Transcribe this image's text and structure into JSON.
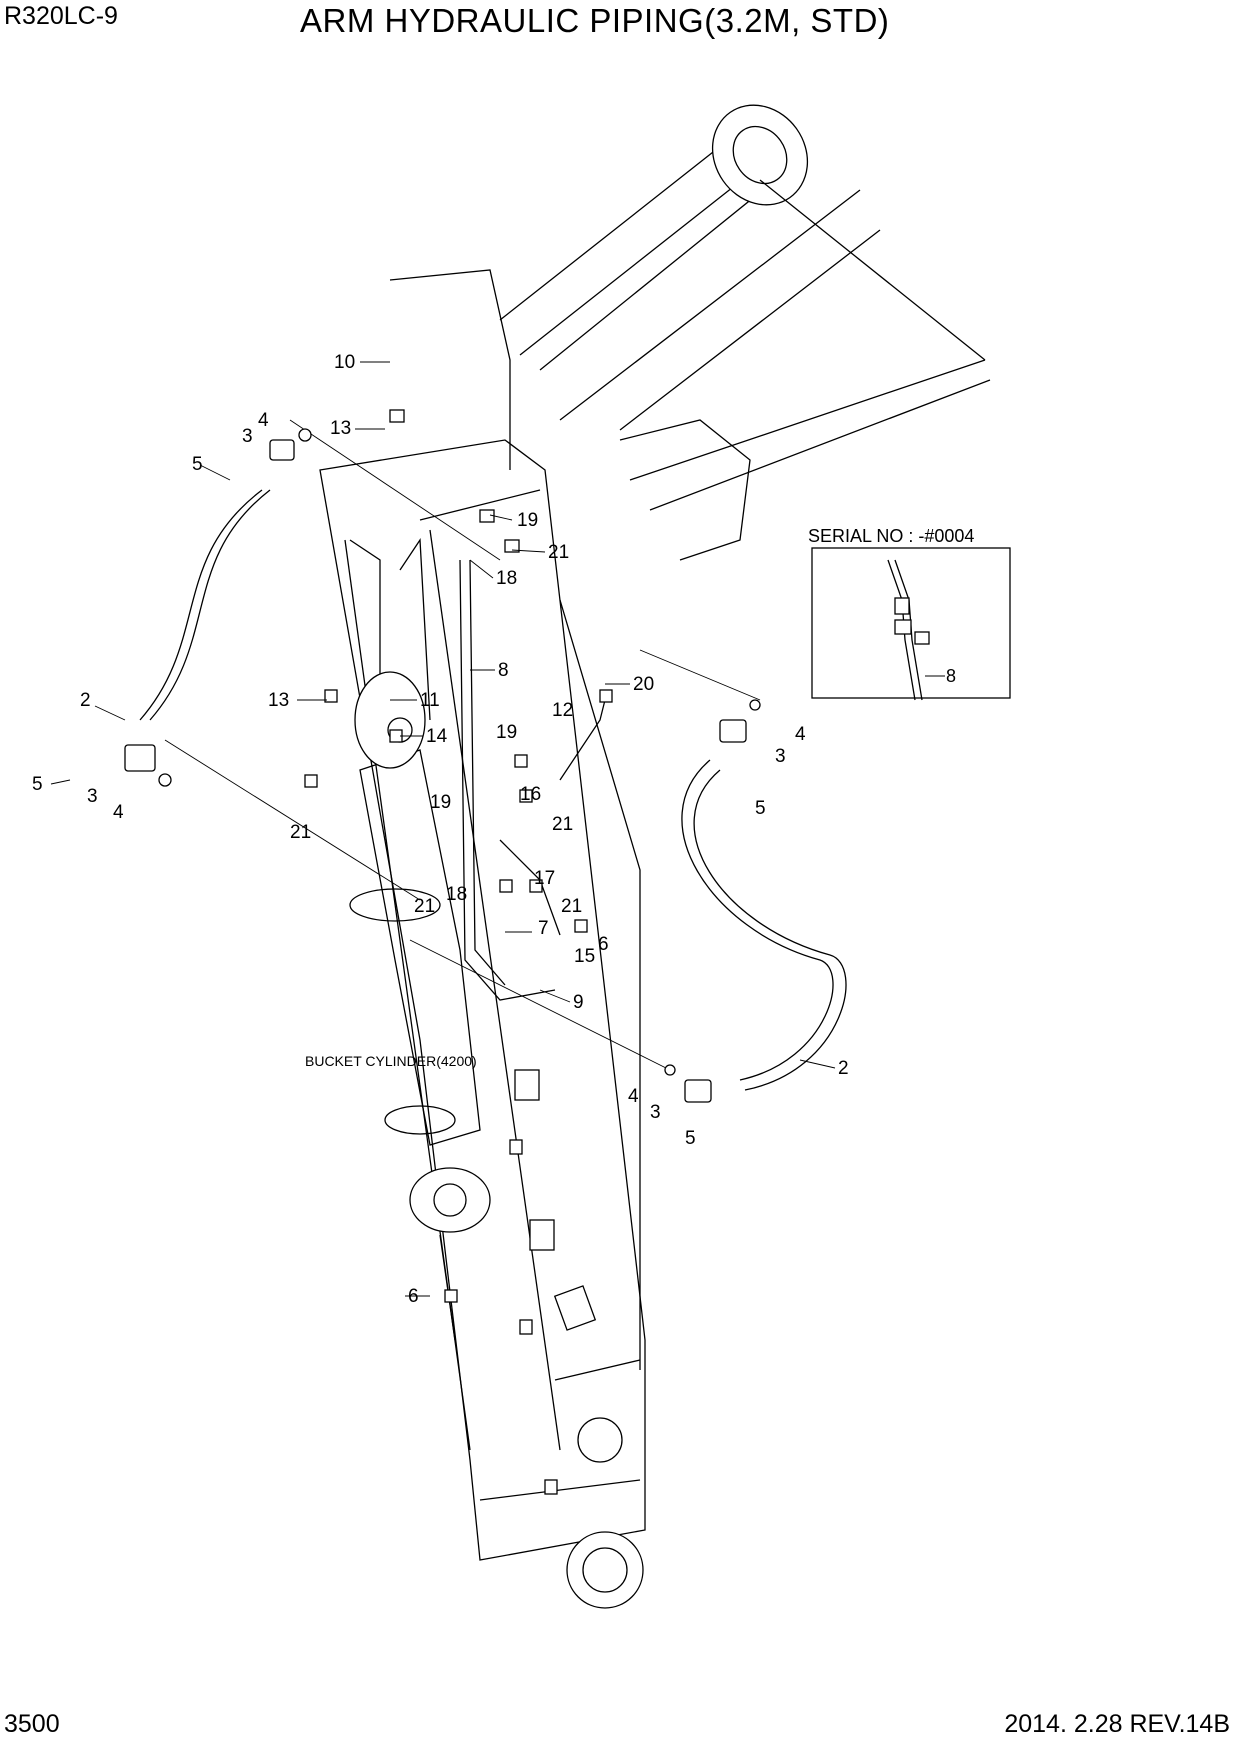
{
  "header": {
    "model": "R320LC-9",
    "title": "ARM HYDRAULIC PIPING(3.2M, STD)"
  },
  "footer": {
    "page": "3500",
    "revision": "2014. 2.28  REV.14B"
  },
  "inset": {
    "serial": "SERIAL NO : -#0004",
    "callout": "8"
  },
  "note": "BUCKET CYLINDER(4200)",
  "callouts": [
    "10",
    "4",
    "3",
    "13",
    "5",
    "19",
    "21",
    "18",
    "8",
    "20",
    "2",
    "13",
    "11",
    "14",
    "12",
    "19",
    "5",
    "3",
    "4",
    "5",
    "3",
    "4",
    "21",
    "19",
    "16",
    "21",
    "17",
    "18",
    "21",
    "21",
    "7",
    "15",
    "6",
    "9",
    "2",
    "4",
    "3",
    "5",
    "6"
  ]
}
